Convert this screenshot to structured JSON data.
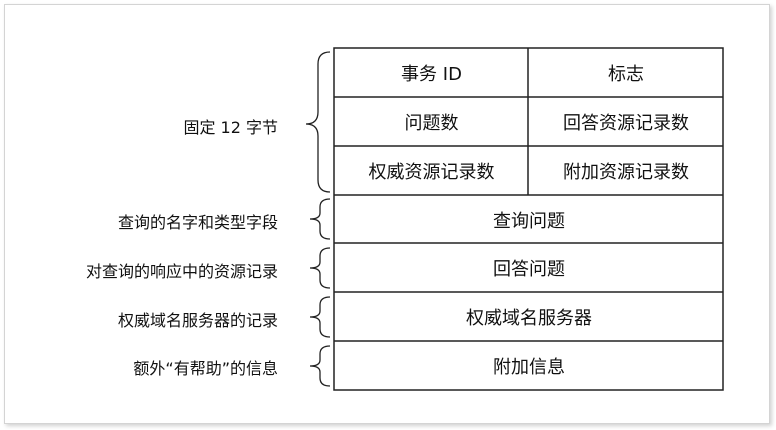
{
  "header_grid": {
    "row1": [
      "事务 ID",
      "标志"
    ],
    "row2": [
      "问题数",
      "回答资源记录数"
    ],
    "row3": [
      "权威资源记录数",
      "附加资源记录数"
    ]
  },
  "sections": [
    "查询问题",
    "回答问题",
    "权威域名服务器",
    "附加信息"
  ],
  "side_labels": {
    "fixed": "固定 12 字节",
    "query": "查询的名字和类型字段",
    "answer": "对查询的响应中的资源记录",
    "authority": "权威域名服务器的记录",
    "additional": "额外“有帮助”的信息"
  }
}
